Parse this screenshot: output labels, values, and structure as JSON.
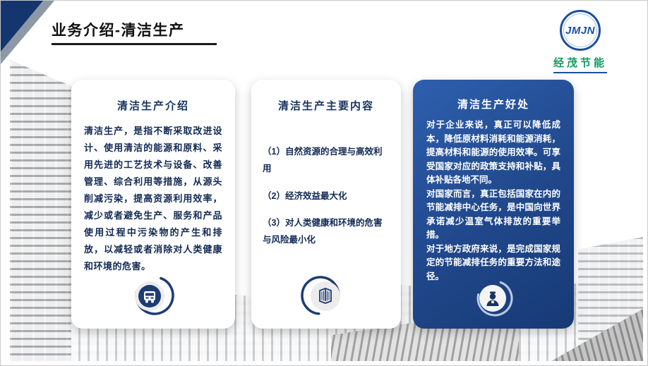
{
  "page": {
    "title": "业务介绍-清洁生产"
  },
  "logo": {
    "text": "JMJN",
    "subtitle": "经茂节能"
  },
  "cards": [
    {
      "title": "清洁生产介绍",
      "body": "清洁生产，是指不断采取改进设计、使用清洁的能源和原料、采用先进的工艺技术与设备、改善管理、综合利用等措施，从源头削减污染，提高资源利用效率，减少或者避免生产、服务和产品使用过程中污染物的产生和排放，以减轻或者消除对人类健康和环境的危害。",
      "icon": "bus-icon"
    },
    {
      "title": "清洁生产主要内容",
      "items": [
        "（1）自然资源的合理与高效利用",
        "（2）经济效益最大化",
        "（3）对人类健康和环境的危害与风险最小化"
      ],
      "icon": "building-icon"
    },
    {
      "title": "清洁生产好处",
      "paragraphs": [
        "对于企业来说，真正可以降低成本，降低原材料消耗和能源消耗，提高材料和能源的使用效率。可享受国家对应的政策支持和补贴，具体补贴各地不同。",
        "对国家而言，真正包括国家在内的节能减排中心任务，是中国向世界承诺减少温室气体排放的重要举措。",
        "对于地方政府来说，是完成国家规定的节能减排任务的重要方法和途径。"
      ],
      "icon": "person-icon"
    }
  ],
  "colors": {
    "navy": "#17335f",
    "card3_background": "#20478a",
    "logo_blue": "#1d4f9e",
    "logo_green": "#169b62"
  }
}
